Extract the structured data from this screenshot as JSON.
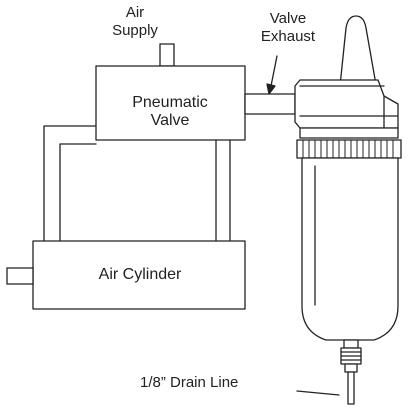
{
  "labels": {
    "air_supply_1": "Air",
    "air_supply_2": "Supply",
    "valve_exhaust_1": "Valve",
    "valve_exhaust_2": "Exhaust",
    "pneumatic_valve_1": "Pneumatic",
    "pneumatic_valve_2": "Valve",
    "air_cylinder": "Air Cylinder",
    "drain_line": "1/8” Drain Line"
  },
  "colors": {
    "stroke": "#222222",
    "fill": "#ffffff"
  }
}
